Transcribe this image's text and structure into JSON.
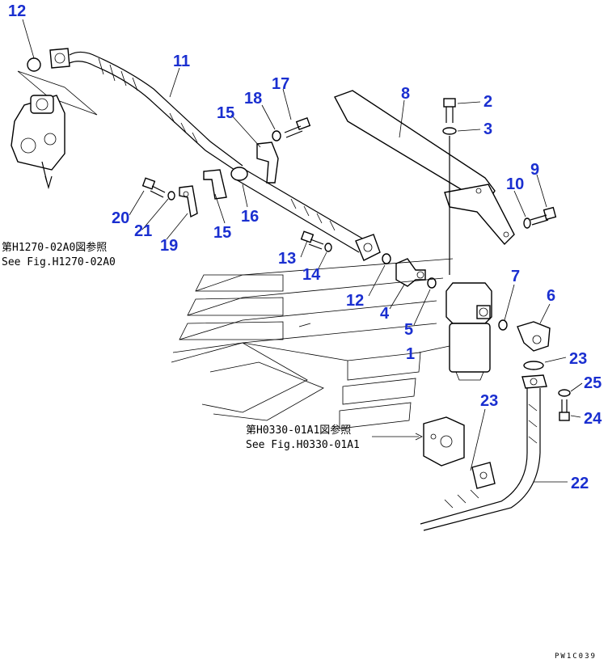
{
  "callouts": {
    "c1": "1",
    "c2": "2",
    "c3": "3",
    "c4": "4",
    "c5": "5",
    "c6": "6",
    "c7": "7",
    "c8": "8",
    "c9": "9",
    "c10": "10",
    "c11": "11",
    "c12a": "12",
    "c12b": "12",
    "c13": "13",
    "c14": "14",
    "c15a": "15",
    "c15b": "15",
    "c16": "16",
    "c17": "17",
    "c18": "18",
    "c19": "19",
    "c20": "20",
    "c21": "21",
    "c22": "22",
    "c23a": "23",
    "c23b": "23",
    "c24": "24",
    "c25": "25"
  },
  "references": {
    "ref1_jp": "第H1270-02A0図参照",
    "ref1_en": "See Fig.H1270-02A0",
    "ref2_jp": "第H0330-01A1図参照",
    "ref2_en": "See Fig.H0330-01A1"
  },
  "drawing_code": "PW1C039",
  "colors": {
    "callout": "#1a2fd0",
    "line": "#000000",
    "background": "#ffffff"
  }
}
